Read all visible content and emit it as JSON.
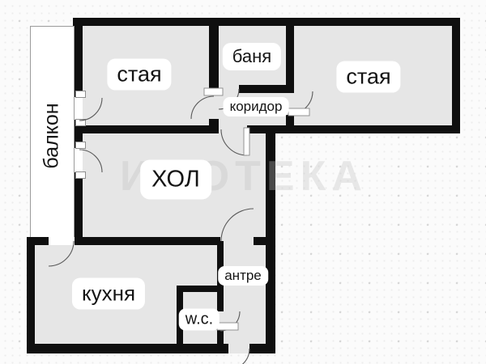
{
  "floorplan": {
    "type": "apartment-floor-plan",
    "watermark": "ИМОТЕКА",
    "colors": {
      "wall": "#0f0f0f",
      "floor": "#e6e6e6",
      "balcony": "#ffffff",
      "background": "#fbfbfb",
      "door_arc": "#5a5a5a"
    },
    "rooms": [
      {
        "id": "room-top-left",
        "label": "стая"
      },
      {
        "id": "bathroom",
        "label": "баня"
      },
      {
        "id": "room-top-right",
        "label": "стая"
      },
      {
        "id": "corridor",
        "label": "коридор"
      },
      {
        "id": "balcony",
        "label": "балкон"
      },
      {
        "id": "living-room",
        "label": "ХОЛ"
      },
      {
        "id": "kitchen",
        "label": "кухня"
      },
      {
        "id": "entry-hall",
        "label": "антре"
      },
      {
        "id": "wc",
        "label": "w.c."
      }
    ]
  }
}
